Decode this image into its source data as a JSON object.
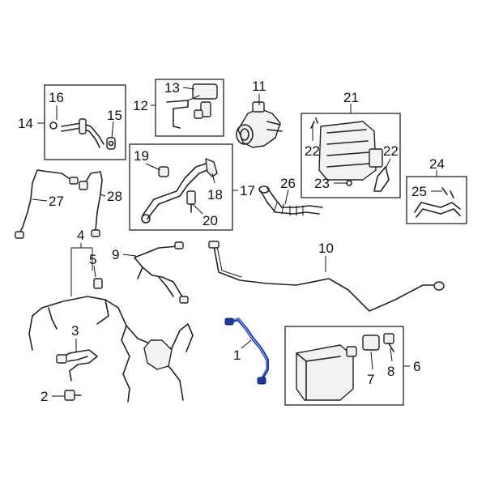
{
  "diagram": {
    "highlight_color": "#1e3a9e",
    "callouts": [
      "1",
      "2",
      "3",
      "4",
      "5",
      "6",
      "7",
      "8",
      "9",
      "10",
      "11",
      "12",
      "13",
      "14",
      "15",
      "16",
      "17",
      "18",
      "19",
      "20",
      "21",
      "22",
      "22",
      "23",
      "24",
      "25",
      "26",
      "27",
      "28"
    ]
  }
}
